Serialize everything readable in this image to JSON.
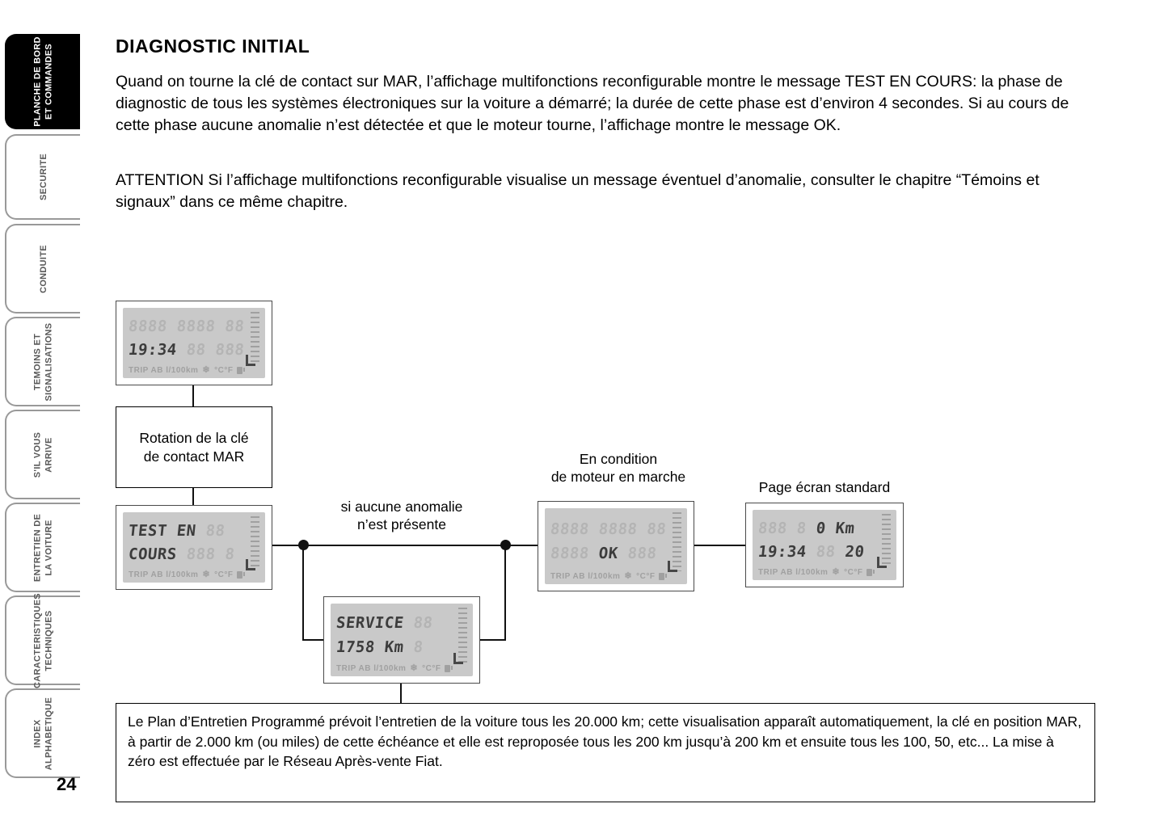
{
  "sidebar": {
    "tabs": [
      {
        "label": "PLANCHE DE BORD\nET COMMANDES",
        "active": true
      },
      {
        "label": "SECURITE",
        "active": false
      },
      {
        "label": "CONDUITE",
        "active": false
      },
      {
        "label": "TEMOINS ET\nSIGNALISATIONS",
        "active": false
      },
      {
        "label": "S'IL VOUS\nARRIVE",
        "active": false
      },
      {
        "label": "ENTRETIEN DE\nLA VOITURE",
        "active": false
      },
      {
        "label": "CARACTERISTIQUES\nTECHNIQUES",
        "active": false
      },
      {
        "label": "INDEX\nALPHABETIQUE",
        "active": false
      }
    ],
    "page_number": "24"
  },
  "content": {
    "title": "DIAGNOSTIC INITIAL",
    "paragraph1": "Quand on tourne la clé de contact sur MAR, l’affichage multifonctions reconfigurable montre le message TEST EN COURS: la phase de diagnostic de tous les systèmes électroniques sur la voiture a démarré; la durée de cette phase est d’environ 4 secondes. Si au cours de cette phase aucune anomalie n’est détectée et que le moteur tourne, l’affichage montre le message OK.",
    "paragraph2": "ATTENTION Si l’affichage multifonctions reconfigurable visualise un message éventuel d’anomalie, consulter le chapitre “Témoins et signaux” dans ce même chapitre."
  },
  "diagram": {
    "labels": {
      "rotation": "Rotation de la clé\nde contact MAR",
      "no_anomaly": "si aucune anomalie\nn’est présente",
      "engine_running": "En condition\nde moteur en marche",
      "standard_page": "Page écran standard"
    },
    "lcd_footer": {
      "trip": "TRIP AB l/100km",
      "temp": "°C°F"
    },
    "icons": {
      "snowflake": "❄"
    },
    "displays": {
      "clock": {
        "r1_ghost": "8888 8888 88",
        "r2_on": "19:34",
        "r2_ghost": " 88 888"
      },
      "test": {
        "r1_on": "TEST EN",
        "r1_ghost": " 88",
        "r2_on": "COURS",
        "r2_ghost": " 888 8"
      },
      "service": {
        "r1_on": "SERVICE",
        "r1_ghost": " 88",
        "r2_on": "1758 Km",
        "r2_ghost": " 8"
      },
      "ok": {
        "r1_ghost": "8888 8888 88",
        "r2_ghost_l": "8888 ",
        "r2_on": "OK",
        "r2_ghost_r": " 888"
      },
      "standard": {
        "r1_ghost": "888 8 ",
        "r1_on": "0 Km",
        "r2_on": "19:34",
        "r2_ghost": " 88 ",
        "r2_on2": "20"
      }
    }
  },
  "footnote": "Le Plan d’Entretien Programmé prévoit l’entretien de la voiture tous les 20.000 km; cette visualisation apparaît automatiquement, la clé en position MAR, à partir de 2.000 km (ou miles) de cette échéance et elle est reproposée tous les 200 km jusqu’à 200 km et ensuite tous les 100, 50, etc... La mise à zéro est effectuée par le Réseau Après-vente Fiat."
}
